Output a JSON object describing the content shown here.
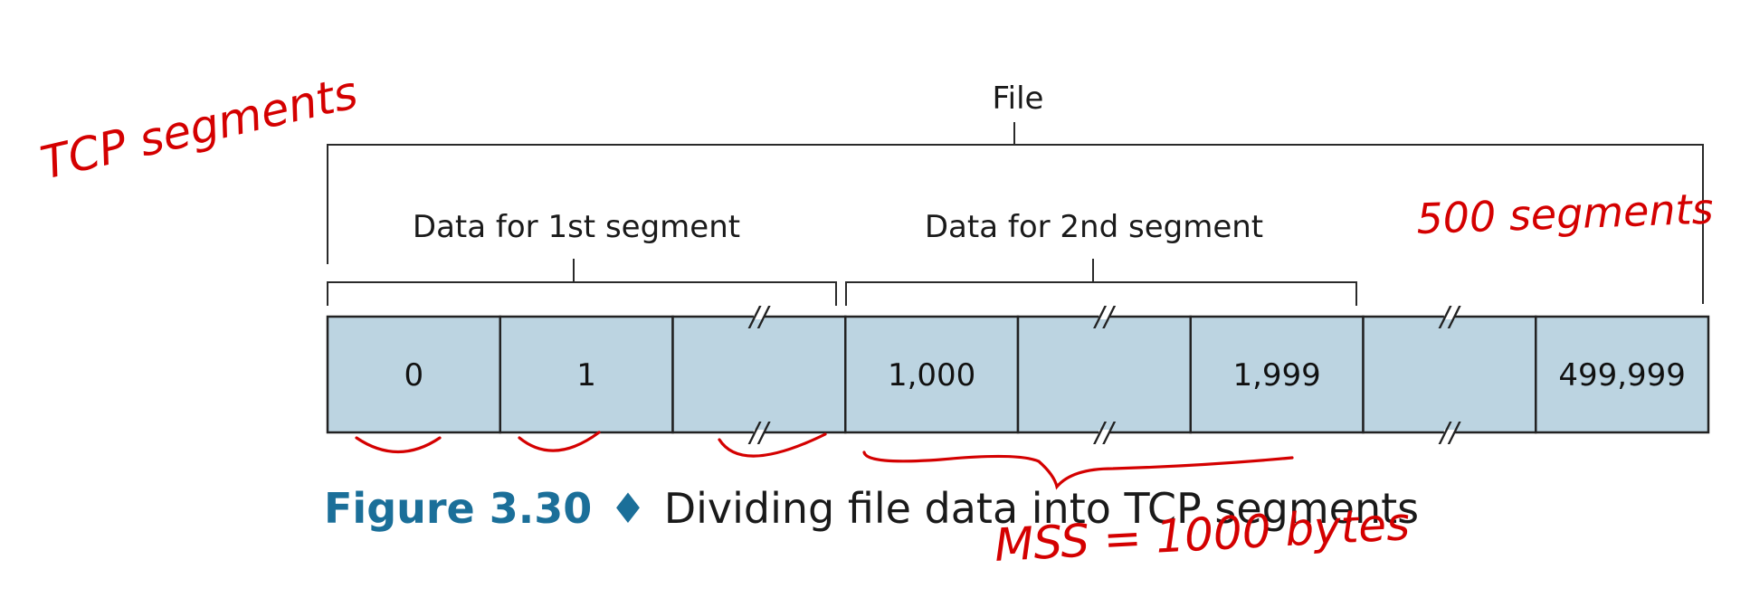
{
  "diagram": {
    "file_label": "File",
    "segment1_label": "Data for 1st segment",
    "segment2_label": "Data for 2nd segment",
    "cells": [
      "0",
      "1",
      "",
      "1,000",
      "",
      "1,999",
      "",
      "499,999"
    ],
    "break_mark": "//",
    "cell_fill": "#bcd4e1"
  },
  "caption": {
    "figure_number": "Figure 3.30",
    "separator": "♦",
    "text": "Dividing file data into TCP segments",
    "figure_color": "#1b6f99"
  },
  "annotations": {
    "tcp_segments": "TCP segments",
    "segment_count": "500 segments",
    "mss": "MSS = 1000 bytes",
    "ink_color": "#d40000"
  }
}
